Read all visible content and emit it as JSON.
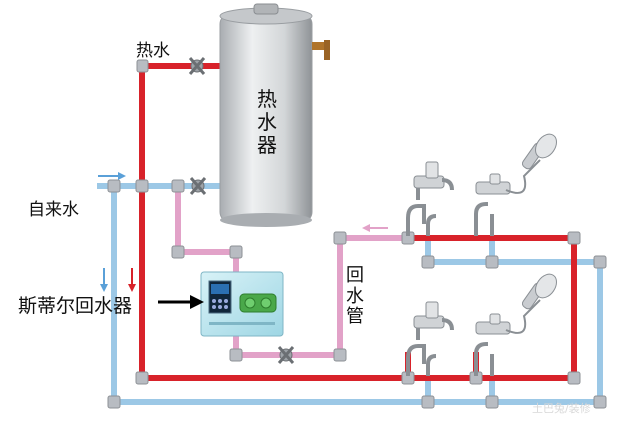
{
  "labels": {
    "hot_water": "热水",
    "heater_line1": "热",
    "heater_line2": "水",
    "heater_line3": "器",
    "cold_inlet": "自来水",
    "pump_name": "斯蒂尔回水器",
    "return_line1": "回",
    "return_line2": "水",
    "return_line3": "管",
    "watermark": "土巴兔/装修"
  },
  "colors": {
    "hot_pipe": "#d8222a",
    "cold_pipe": "#9cc8e6",
    "return_pipe": "#e2a2c8",
    "fitting": "#b8bcc2",
    "tank": "#d6d8da",
    "pump_body": "#b9e6ef",
    "arrow_hot": "#d8222a",
    "arrow_cold": "#5aa0d8"
  },
  "icons": [
    "water-heater-tank",
    "control-valve",
    "faucet",
    "shower-head",
    "return-pump-unit"
  ]
}
